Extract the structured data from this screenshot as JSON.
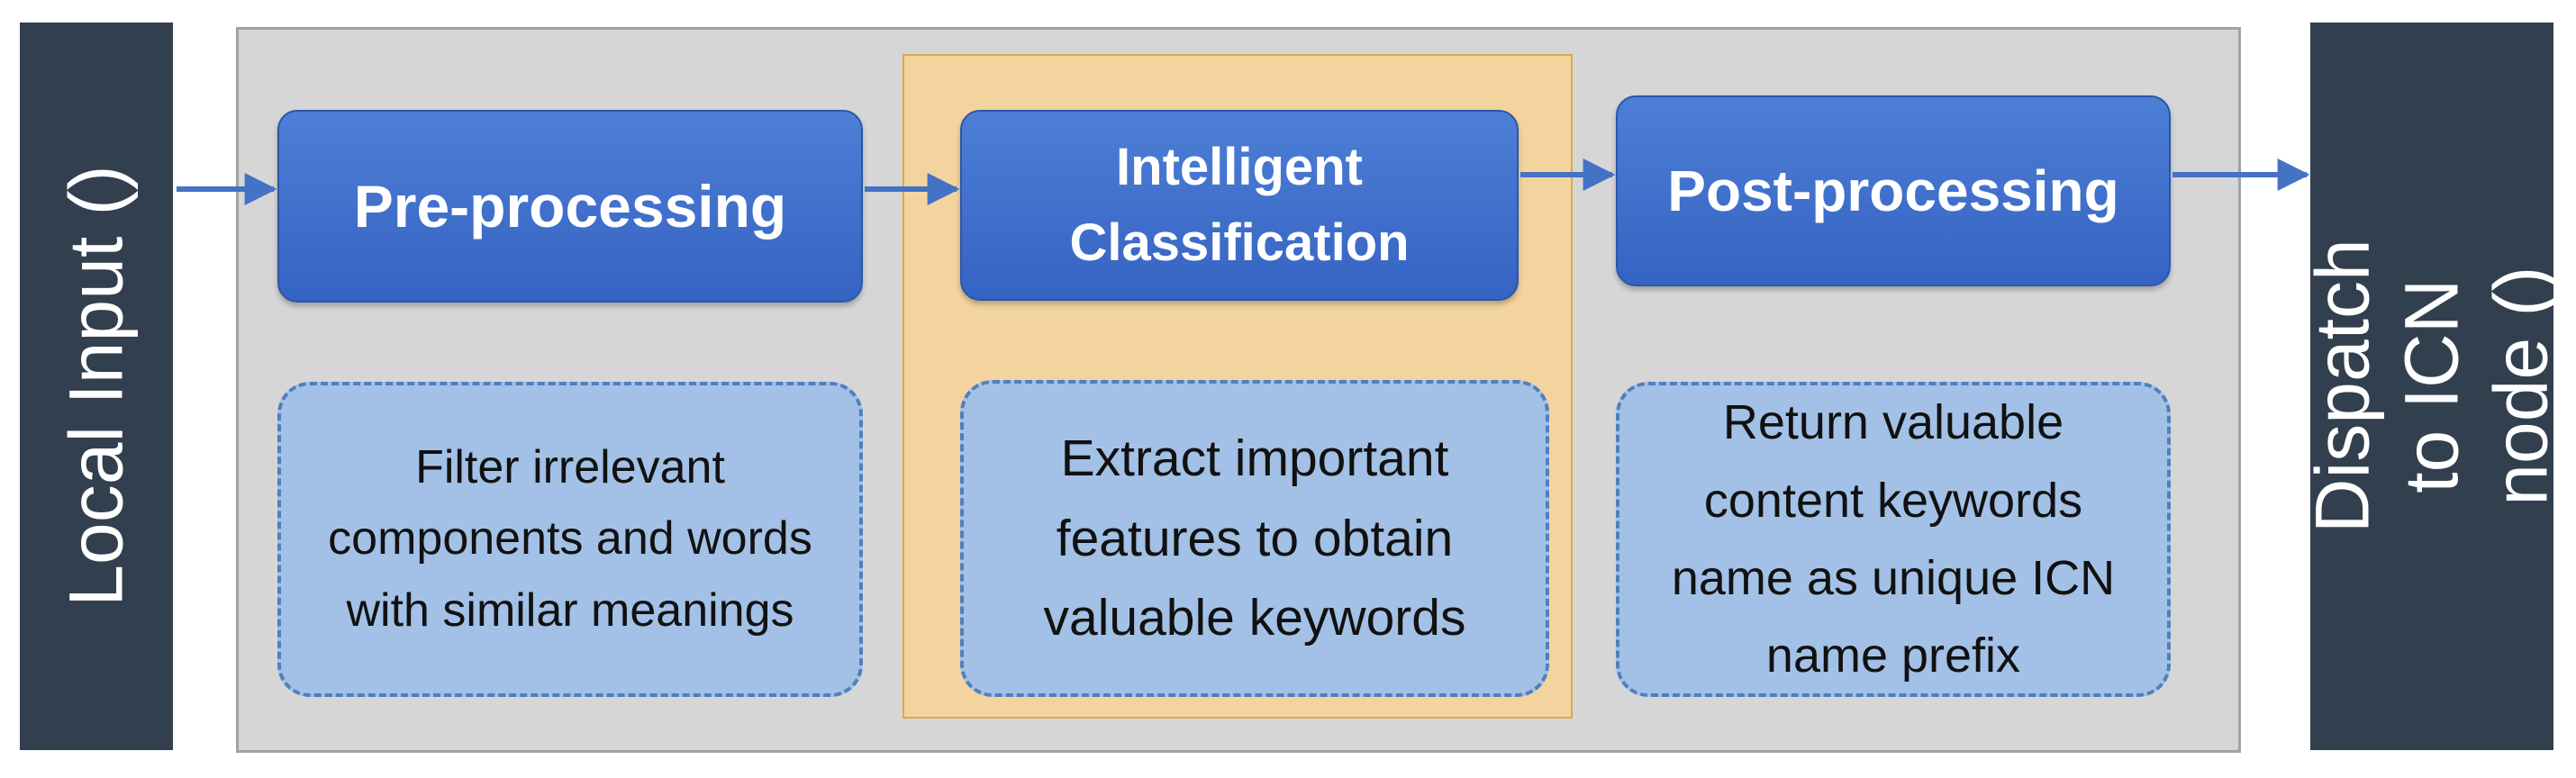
{
  "input": {
    "label": "Local Input ()"
  },
  "output": {
    "label": "Dispatch to ICN node ()"
  },
  "stages": [
    {
      "label": "Pre-processing",
      "description": "Filter irrelevant components and words with similar meanings"
    },
    {
      "label": "Intelligent Classification",
      "description": "Extract important features to obtain valuable keywords"
    },
    {
      "label": "Post-processing",
      "description": "Return valuable content keywords name as unique ICN name prefix"
    }
  ],
  "colors": {
    "terminal": "#323f4f",
    "panel": "#d6d6d6",
    "highlight": "#f4d49e",
    "stage": "#3f6fcb",
    "description": "#a3c1e6",
    "arrow": "#4472c4"
  }
}
